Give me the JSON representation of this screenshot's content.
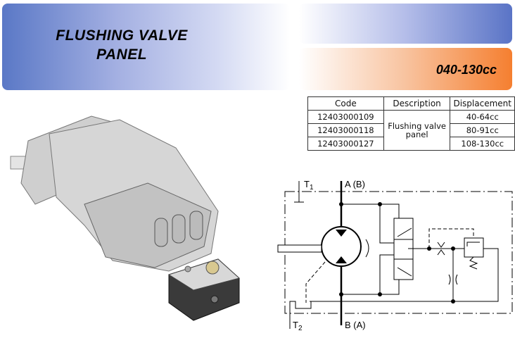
{
  "header": {
    "title_line1": "FLUSHING VALVE",
    "title_line2": "PANEL",
    "range": "040-130cc"
  },
  "table": {
    "headers": [
      "Code",
      "Description",
      "Displacement"
    ],
    "rows": [
      {
        "code": "12403000109",
        "displacement": "40-64cc"
      },
      {
        "code": "12403000118",
        "displacement": "80-91cc"
      },
      {
        "code": "12403000127",
        "displacement": "108-130cc"
      }
    ],
    "description_line1": "Flushing valve",
    "description_line2": "panel"
  },
  "schematic": {
    "port_a": "A (B)",
    "port_b": "B (A)",
    "t1": "T",
    "t1_sub": "1",
    "t2": "T",
    "t2_sub": "2"
  },
  "colors": {
    "blue": "#5a78c6",
    "orange": "#f57f30"
  }
}
